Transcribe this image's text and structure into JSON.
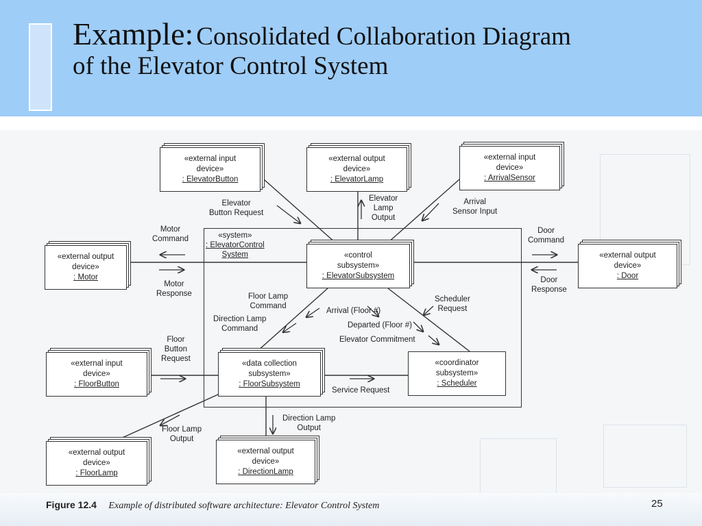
{
  "slide": {
    "title_lead": "Example:",
    "title_rest": "Consolidated Collaboration Diagram",
    "title_line2": "of the Elevator Control System",
    "page_number": "25",
    "colors": {
      "header": "#9ecdf7",
      "accent_bar": "#cfe4fb"
    }
  },
  "caption": {
    "figure": "Figure 12.4",
    "text": "Example of distributed software architecture: Elevator Control System"
  },
  "system": {
    "stereotype": "«system»",
    "name": ": ElevatorControl",
    "name2": "System"
  },
  "boxes": {
    "elevator_button": {
      "l1": "«external input",
      "l2": "device»",
      "l3": ": ElevatorButton"
    },
    "elevator_lamp": {
      "l1": "«external output",
      "l2": "device»",
      "l3": ": ElevatorLamp"
    },
    "arrival_sensor": {
      "l1": "«external input",
      "l2": "device»",
      "l3": ": ArrivalSensor"
    },
    "motor": {
      "l1": "«external output",
      "l2": "device»",
      "l3": ": Motor"
    },
    "door": {
      "l1": "«external output",
      "l2": "device»",
      "l3": ": Door"
    },
    "elevator_subsystem": {
      "l1": "«control",
      "l2": "subsystem»",
      "l3": ": ElevatorSubsystem"
    },
    "floor_button": {
      "l1": "«external input",
      "l2": "device»",
      "l3": ": FloorButton"
    },
    "floor_subsystem": {
      "l1": "«data collection",
      "l2": "subsystem»",
      "l3": ": FloorSubsystem"
    },
    "scheduler": {
      "l1": "«coordinator",
      "l2": "subsystem»",
      "l3": ": Scheduler"
    },
    "floor_lamp": {
      "l1": "«external output",
      "l2": "device»",
      "l3": ": FloorLamp"
    },
    "direction_lamp": {
      "l1": "«external output",
      "l2": "device»",
      "l3": ": DirectionLamp"
    }
  },
  "labels": {
    "elevator_button_request": [
      "Elevator",
      "Button Request"
    ],
    "elevator_lamp_output": [
      "Elevator",
      "Lamp",
      "Output"
    ],
    "arrival_sensor_input": [
      "Arrival",
      "Sensor Input"
    ],
    "motor_command": [
      "Motor",
      "Command"
    ],
    "motor_response": [
      "Motor",
      "Response"
    ],
    "door_command": [
      "Door",
      "Command"
    ],
    "door_response": [
      "Door",
      "Response"
    ],
    "floor_lamp_command": [
      "Floor Lamp",
      "Command"
    ],
    "direction_lamp_command": [
      "Direction Lamp",
      "Command"
    ],
    "arrival_floor": "Arrival (Floor #)",
    "departed_floor": "Departed (Floor #)",
    "elevator_commitment": "Elevator Commitment",
    "scheduler_request": [
      "Scheduler",
      "Request"
    ],
    "floor_button_request": [
      "Floor",
      "Button",
      "Request"
    ],
    "service_request": "Service Request",
    "floor_lamp_output": [
      "Floor Lamp",
      "Output"
    ],
    "direction_lamp_output": [
      "Direction Lamp",
      "Output"
    ]
  }
}
